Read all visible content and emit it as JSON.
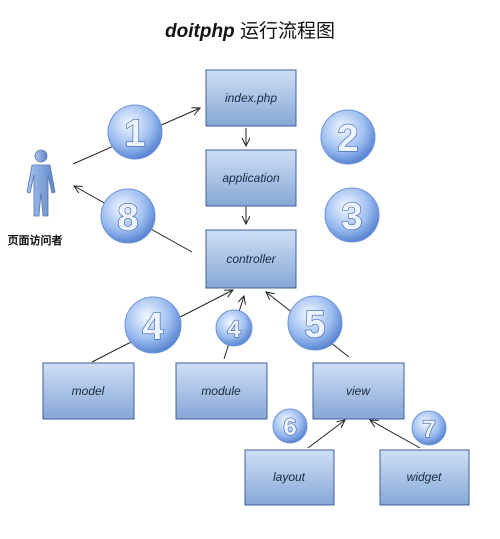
{
  "title": {
    "name": "doitphp",
    "suffix": "运行流程图"
  },
  "user": {
    "label": "页面访问者"
  },
  "nodes": {
    "index": "index.php",
    "application": "application",
    "controller": "controller",
    "model": "model",
    "module": "module",
    "view": "view",
    "layout": "layout",
    "widget": "widget"
  },
  "steps": {
    "s1": "1",
    "s2": "2",
    "s3": "3",
    "s4a": "4",
    "s4b": "4",
    "s5": "5",
    "s6": "6",
    "s7": "7",
    "s8": "8"
  },
  "colors": {
    "box_top": "#c6d8f2",
    "box_bottom": "#88a9d8",
    "box_border": "#3f5f9a",
    "circle_light": "#e9f1ff",
    "circle_dark": "#4f7fd0",
    "arrow": "#222222"
  }
}
